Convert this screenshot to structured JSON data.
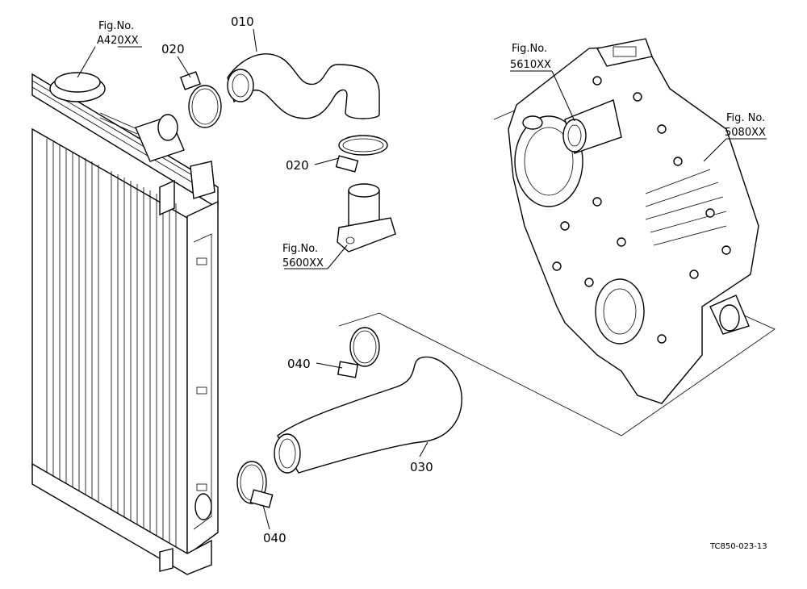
{
  "diagram": {
    "part_labels": {
      "hose_upper": "010",
      "clamp_upper_a": "020",
      "clamp_upper_b": "020",
      "hose_lower": "030",
      "clamp_lower_a": "040",
      "clamp_lower_b": "040"
    },
    "fig_refs": [
      {
        "prefix": "Fig.No.",
        "number": "A420XX"
      },
      {
        "prefix": "Fig.No.",
        "number": "5600XX"
      },
      {
        "prefix": "Fig.No.",
        "number": "5610XX"
      },
      {
        "prefix": "Fig. No.",
        "number": "5080XX"
      }
    ],
    "drawing_code": "TC850-023-13"
  }
}
